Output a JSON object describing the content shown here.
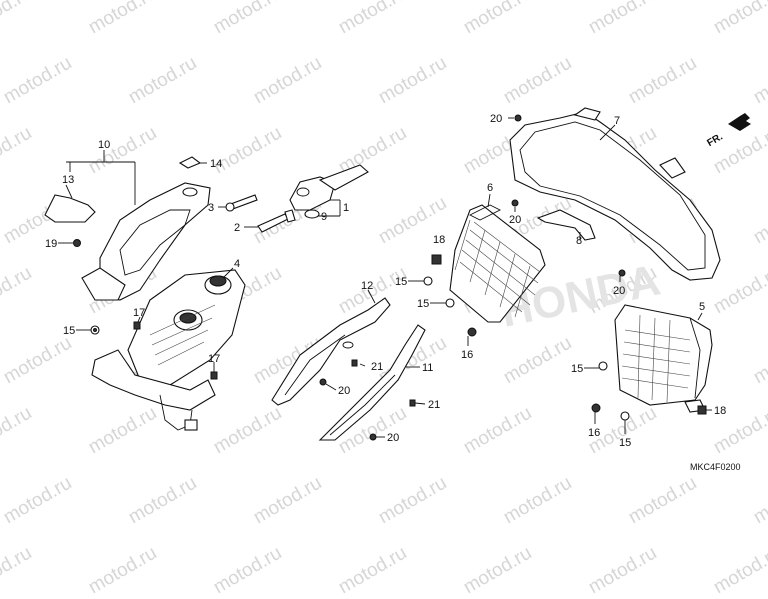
{
  "watermark": "motod.ru",
  "brand_watermark": "HONDA",
  "diagram_code": "MKC4F0200",
  "front_indicator": "FR.",
  "callouts": [
    "1",
    "2",
    "3",
    "4",
    "5",
    "6",
    "7",
    "8",
    "9",
    "10",
    "11",
    "12",
    "13",
    "14",
    "15",
    "15",
    "15",
    "15",
    "15",
    "16",
    "16",
    "17",
    "17",
    "18",
    "18",
    "19",
    "20",
    "20",
    "20",
    "20",
    "20",
    "21",
    "21"
  ]
}
